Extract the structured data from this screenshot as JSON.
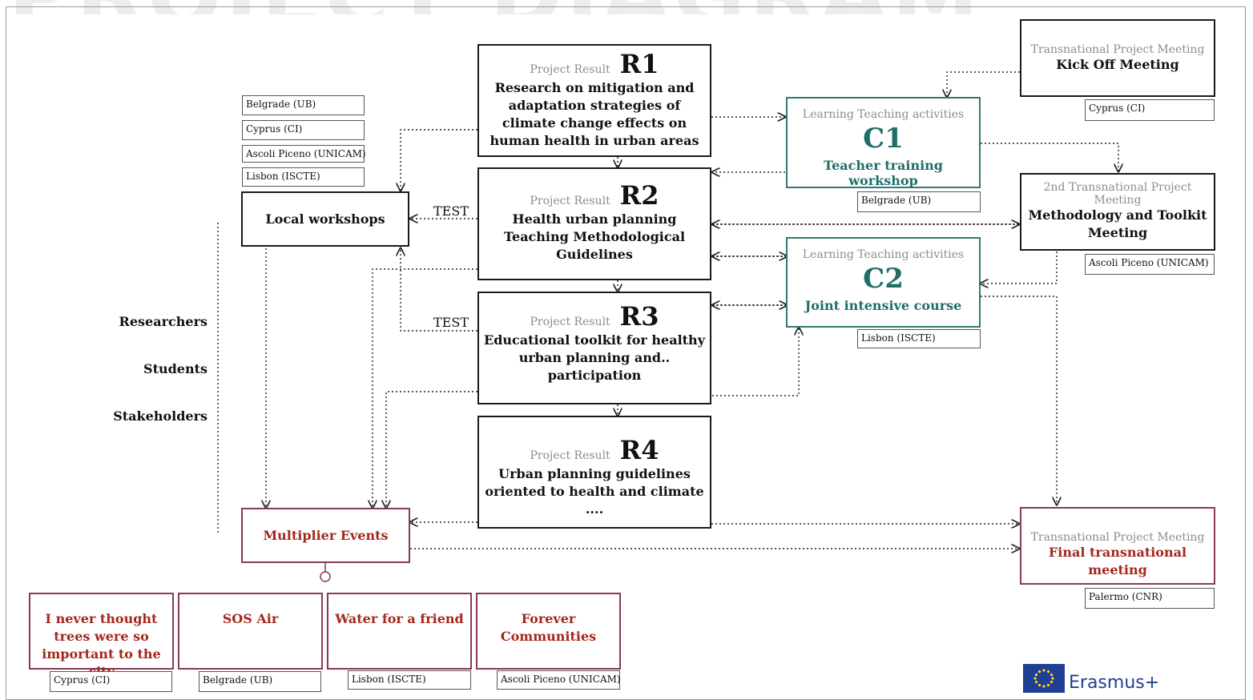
{
  "watermark_text": "PROJECT DIAGRAM",
  "side_labels": [
    "Researchers",
    "Students",
    "Stakeholders"
  ],
  "test_labels": [
    "TEST",
    "TEST"
  ],
  "project_results": [
    {
      "label": "Project Result",
      "code": "R1",
      "title": "Research on mitigation and adaptation strategies of climate change effects on human health in urban areas"
    },
    {
      "label": "Project Result",
      "code": "R2",
      "title": "Health urban planning Teaching Methodological Guidelines"
    },
    {
      "label": "Project Result",
      "code": "R3",
      "title": "Educational toolkit for healthy urban planning and.. participation"
    },
    {
      "label": "Project Result",
      "code": "R4",
      "title": "Urban planning guidelines oriented to health and climate ...."
    }
  ],
  "learning_activities": [
    {
      "label": "Learning Teaching activities",
      "code": "C1",
      "title": "Teacher training workshop",
      "location": "Belgrade (UB)"
    },
    {
      "label": "Learning Teaching activities",
      "code": "C2",
      "title": "Joint intensive course",
      "location": "Lisbon (ISCTE)"
    }
  ],
  "meetings": [
    {
      "label": "Transnational Project Meeting",
      "title": "Kick Off Meeting",
      "location": "Cyprus (CI)"
    },
    {
      "label": "2nd Transnational Project Meeting",
      "title": "Methodology and Toolkit Meeting",
      "location": "Ascoli Piceno (UNICAM)"
    },
    {
      "label": "Transnational Project Meeting",
      "title": "Final transnational meeting",
      "location": "Palermo  (CNR)"
    }
  ],
  "local_workshops": {
    "title": "Local workshops",
    "locations": [
      "Belgrade (UB)",
      "Cyprus (CI)",
      "Ascoli Piceno (UNICAM)",
      "Lisbon (ISCTE)"
    ]
  },
  "multiplier_events": {
    "title": "Multiplier Events"
  },
  "events": [
    {
      "title": "I never thought trees were so important to the city",
      "location": "Cyprus (CI)"
    },
    {
      "title": "SOS Air",
      "location": "Belgrade (UB)"
    },
    {
      "title": "Water for a friend",
      "location": "Lisbon (ISCTE)"
    },
    {
      "title": "Forever Communities",
      "location": "Ascoli Piceno (UNICAM)"
    }
  ],
  "logo": {
    "text": "Erasmus+",
    "color": "#1f3f95"
  },
  "colors": {
    "teal": "#1f6e68",
    "maroon": "#8a3a52",
    "red_text": "#a3281e"
  }
}
